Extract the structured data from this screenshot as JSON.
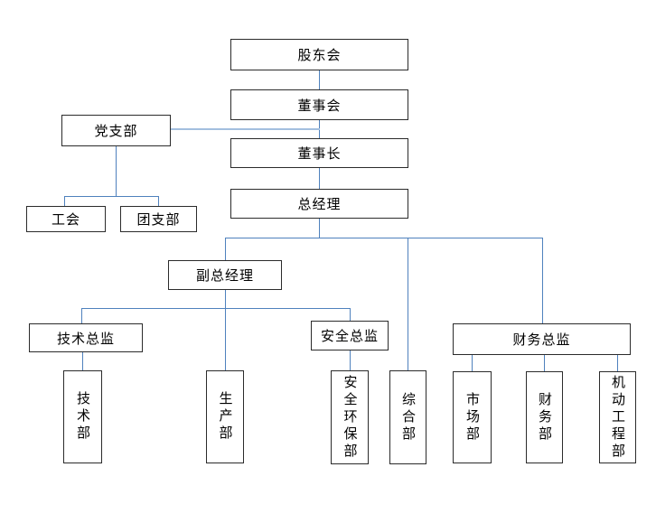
{
  "diagram": {
    "type": "org-chart",
    "background_color": "#ffffff",
    "box_border_color": "#2b2b2b",
    "connector_color": "#4f81bd",
    "nodes": {
      "shareholders": "股东会",
      "board": "董事会",
      "party_branch": "党支部",
      "chairman": "董事长",
      "general_manager": "总经理",
      "labor_union": "工会",
      "youth_league": "团支部",
      "deputy_general_manager": "副总经理",
      "technical_director": "技术总监",
      "safety_director": "安全总监",
      "finance_director": "财务总监",
      "technical_dept": "技术部",
      "production_dept": "生产部",
      "safety_env_dept": "安全环保部",
      "general_affairs_dept": "综合部",
      "marketing_dept": "市场部",
      "finance_dept": "财务部",
      "mechanical_engineering_dept": "机动工程部"
    },
    "edges": [
      {
        "from": "shareholders",
        "to": "board"
      },
      {
        "from": "board",
        "to": "chairman"
      },
      {
        "from": "chairman",
        "to": "general_manager"
      },
      {
        "from": "party_branch",
        "to": "chairman",
        "style": "lateral"
      },
      {
        "from": "party_branch",
        "to": "labor_union"
      },
      {
        "from": "party_branch",
        "to": "youth_league"
      },
      {
        "from": "general_manager",
        "to": "deputy_general_manager"
      },
      {
        "from": "general_manager",
        "to": "general_affairs_dept"
      },
      {
        "from": "general_manager",
        "to": "finance_director"
      },
      {
        "from": "deputy_general_manager",
        "to": "technical_director"
      },
      {
        "from": "deputy_general_manager",
        "to": "production_dept"
      },
      {
        "from": "deputy_general_manager",
        "to": "safety_director"
      },
      {
        "from": "technical_director",
        "to": "technical_dept"
      },
      {
        "from": "safety_director",
        "to": "safety_env_dept"
      },
      {
        "from": "finance_director",
        "to": "marketing_dept"
      },
      {
        "from": "finance_director",
        "to": "finance_dept"
      },
      {
        "from": "finance_director",
        "to": "mechanical_engineering_dept"
      }
    ]
  }
}
